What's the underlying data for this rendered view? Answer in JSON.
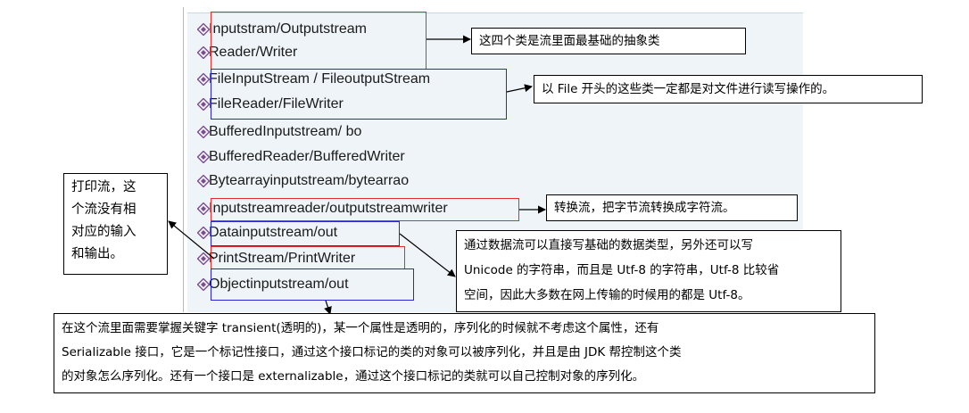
{
  "list": [
    "Inputstram/Outputstream",
    "Reader/Writer",
    "FileInputStream / FileoutputStream",
    "FileReader/FileWriter",
    "BufferedInputstream/ bo",
    "BufferedReader/BufferedWriter",
    "Bytearrayinputstream/bytearrao",
    "Inputstreamreader/outputstreamwriter",
    "Datainputstream/out",
    "PrintStream/PrintWriter",
    "Objectinputstream/out"
  ],
  "notes": {
    "basic": "这四个类是流里面最基础的抽象类",
    "file": "以 File 开头的这些类一定都是对文件进行读写操作的。",
    "convert": "转换流，把字节流转换成字符流。",
    "print": [
      "打印流，这",
      "个流没有相",
      "对应的输入",
      "和输出。"
    ],
    "data": [
      "通过数据流可以直接写基础的数据类型，另外还可以写",
      "Unicode 的字符串，而且是 Utf-8 的字符串，Utf-8 比较省",
      "空间，因此大多数在网上传输的时候用的都是 Utf-8。"
    ],
    "object": [
      "在这个流里面需要掌握关键字 transient(透明的)，某一个属性是透明的，序列化的时候就不考虑这个属性，还有",
      "Serializable 接口，它是一个标记性接口，通过这个接口标记的类的对象可以被序列化，并且是由 JDK 帮控制这个类",
      "的对象怎么序列化。还有一个接口是 externalizable，通过这个接口标记的类就可以自己控制对象的序列化。"
    ]
  },
  "colors": {
    "red": "#e52b2b",
    "blue": "#2727d8",
    "bullet": "#7d4c8f",
    "panel": "#eef4f7"
  },
  "icons": {
    "bullet": "diamond-bullet-icon"
  }
}
